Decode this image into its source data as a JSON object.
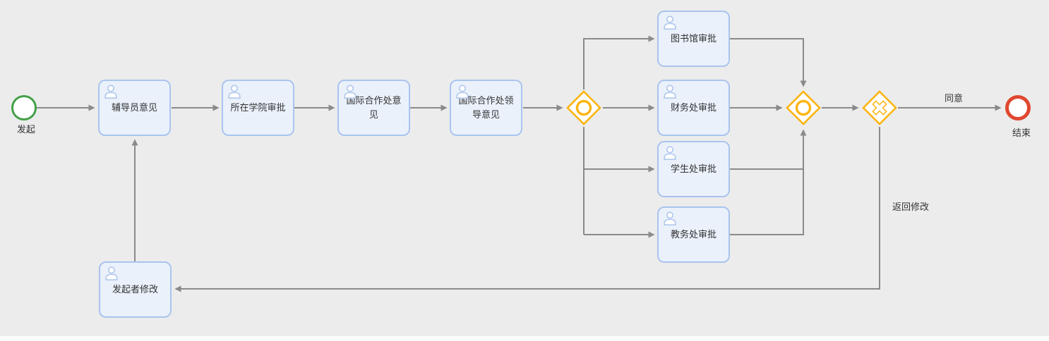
{
  "canvas": {
    "background": "#ECECEC",
    "bottom_strip": "#FBFBFB"
  },
  "colors": {
    "task_fill": "#EAF1FB",
    "task_border": "#A9C4EE",
    "flow_line": "#8A8A8A",
    "gateway_accent": "#FCB410",
    "start_event": "#43A047",
    "end_event": "#E0472F",
    "label_text": "#333333"
  },
  "events": {
    "start": {
      "type": "start-event",
      "label": "发起"
    },
    "end": {
      "type": "end-event",
      "label": "结束"
    }
  },
  "tasks": {
    "counselor": {
      "label": "辅导员意见",
      "icon": "person-icon"
    },
    "college": {
      "label": "所在学院审批",
      "icon": "person-icon"
    },
    "intl_office": {
      "label": "国际合作处意见",
      "icon": "person-icon"
    },
    "intl_leader": {
      "label": "国际合作处领导意见",
      "icon": "person-icon"
    },
    "library": {
      "label": "图书馆审批",
      "icon": "person-icon"
    },
    "finance": {
      "label": "财务处审批",
      "icon": "person-icon"
    },
    "student_affairs": {
      "label": "学生处审批",
      "icon": "person-icon"
    },
    "academic_affairs": {
      "label": "教务处审批",
      "icon": "person-icon"
    },
    "initiator_modify": {
      "label": "发起者修改",
      "icon": "person-icon"
    }
  },
  "gateways": {
    "split": {
      "type": "inclusive",
      "icon": "circle-gateway-icon"
    },
    "join": {
      "type": "inclusive",
      "icon": "circle-gateway-icon"
    },
    "decision": {
      "type": "exclusive",
      "icon": "x-gateway-icon"
    }
  },
  "edge_labels": {
    "agree": "同意",
    "return_modify": "返回修改"
  }
}
